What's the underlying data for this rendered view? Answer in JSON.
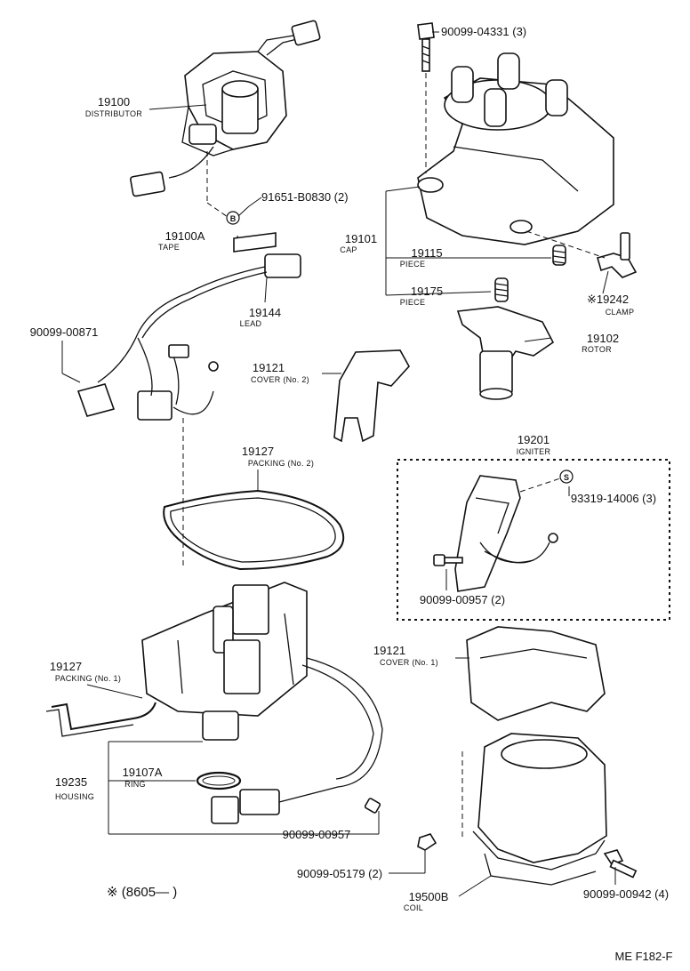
{
  "markers": {
    "b": "B",
    "s": "S"
  },
  "labels": {
    "distributor": {
      "pn": "19100",
      "name": "DISTRIBUTOR"
    },
    "bolt_91651": {
      "pn": "91651-B0830 (2)"
    },
    "tape": {
      "pn": "19100A",
      "name": "TAPE"
    },
    "bolt_04331": {
      "pn": "90099-04331 (3)"
    },
    "cap": {
      "pn": "19101",
      "name": "CAP"
    },
    "piece_upper": {
      "pn": "19115",
      "name": "PIECE"
    },
    "piece_lower": {
      "pn": "19175",
      "name": "PIECE"
    },
    "lead": {
      "pn": "19144",
      "name": "LEAD"
    },
    "clamp": {
      "pn": "※19242",
      "name": "CLAMP"
    },
    "bolt_00871": {
      "pn": "90099-00871"
    },
    "rotor": {
      "pn": "19102",
      "name": "ROTOR"
    },
    "cover_no2": {
      "pn": "19121",
      "name": "COVER (No. 2)"
    },
    "packing_no2": {
      "pn": "19127",
      "name": "PACKING (No. 2)"
    },
    "igniter": {
      "pn": "19201",
      "name": "IGNITER"
    },
    "screw_14006": {
      "pn": "93319-14006 (3)"
    },
    "bolt_00957_igniter": {
      "pn": "90099-00957 (2)"
    },
    "packing_no1": {
      "pn": "19127",
      "name": "PACKING (No. 1)"
    },
    "cover_no1": {
      "pn": "19121",
      "name": "COVER (No. 1)"
    },
    "ring": {
      "pn": "19107A",
      "name": "RING"
    },
    "housing": {
      "pn": "19235",
      "name": "HOUSING"
    },
    "bolt_00957_housing": {
      "pn": "90099-00957"
    },
    "nut_05179": {
      "pn": "90099-05179 (2)"
    },
    "bolt_00942": {
      "pn": "90099-00942 (4)"
    },
    "coil": {
      "pn": "19500B",
      "name": "COIL"
    }
  },
  "footnote": {
    "text": "※  (8605—        )"
  },
  "footer": {
    "code": "ME  F182-F"
  }
}
